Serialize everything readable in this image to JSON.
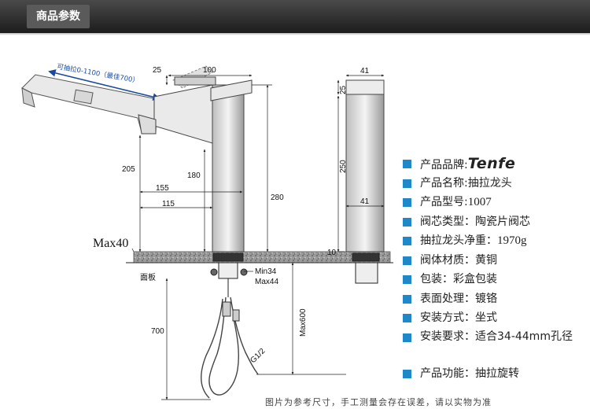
{
  "banner": {
    "title": "商品参数"
  },
  "diagram": {
    "pull_range_label": "可抽拉0-1100（最佳700）",
    "dims": {
      "d25_top": "25",
      "d100": "100",
      "d205": "205",
      "d180": "180",
      "d155": "155",
      "d115": "115",
      "d280": "280",
      "max40": "Max40",
      "panel": "面板",
      "min34": "Min34",
      "max44": "Max44",
      "d700": "700",
      "max600": "Max600",
      "g12": "G1/2",
      "d41_top": "41",
      "d25_side": "25",
      "d250": "250",
      "d41_mid": "41",
      "d10": "10"
    }
  },
  "specs": [
    {
      "key": "brand",
      "label": "产品品牌:",
      "value": "Tenfe"
    },
    {
      "key": "name",
      "label": "产品名称:",
      "value": "抽拉龙头"
    },
    {
      "key": "model",
      "label": "产品型号:",
      "value": "1007"
    },
    {
      "key": "valve",
      "label": "阀芯类型：",
      "value": "陶瓷片阀芯"
    },
    {
      "key": "weight",
      "label": "抽拉龙头净重：",
      "value": "1970g"
    },
    {
      "key": "body",
      "label": "阀体材质：",
      "value": "黄铜"
    },
    {
      "key": "package",
      "label": "包装：",
      "value": "彩盒包装"
    },
    {
      "key": "surface",
      "label": "表面处理：",
      "value": "镀铬"
    },
    {
      "key": "install",
      "label": "安装方式：",
      "value": "坐式"
    },
    {
      "key": "requirement",
      "label": "安装要求：",
      "value": "适合34-44mm孔径"
    },
    {
      "key": "function",
      "label": "产品功能：",
      "value": "抽拉旋转"
    }
  ],
  "footnote": "图片为参考尺寸，手工测量会存在误差，请以实物为准",
  "colors": {
    "accent": "#1e88c8",
    "banner": "#2a2a2a",
    "arrow": "#1a4aa0"
  }
}
